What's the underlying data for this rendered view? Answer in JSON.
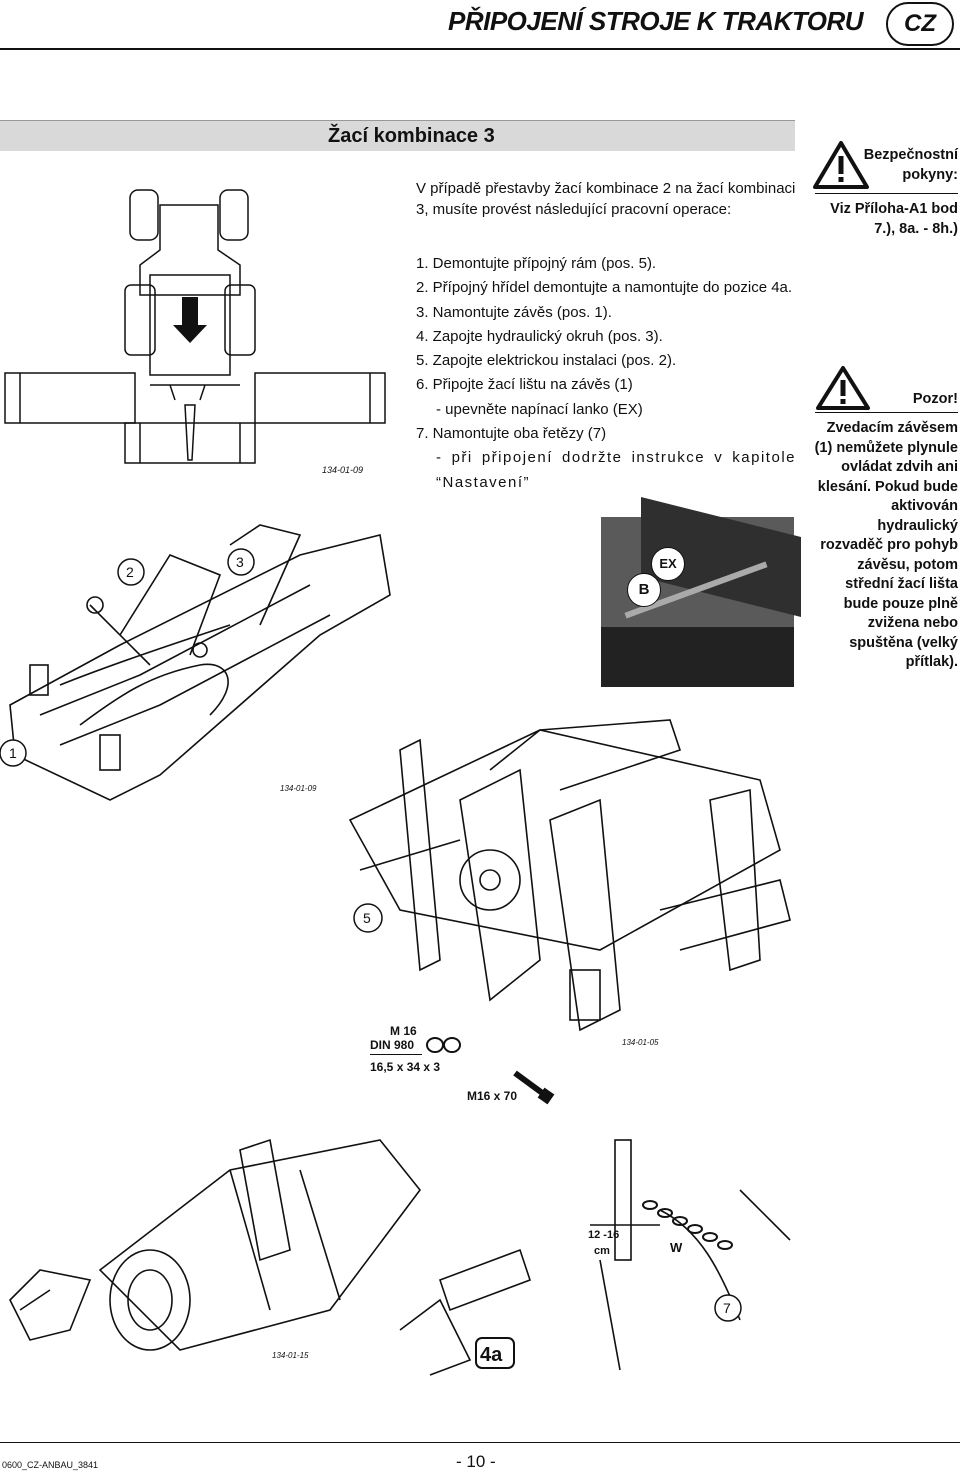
{
  "header": {
    "title": "PŘIPOJENÍ STROJE K TRAKTORU",
    "lang_badge": "CZ"
  },
  "section": {
    "title": "Žací kombinace 3"
  },
  "intro": "V případě přestavby žací kombinace 2 na žací kombinaci 3, musíte provést následující pracovní operace:",
  "steps": [
    "1. Demontujte přípojný rám (pos. 5).",
    "2. Přípojný hřídel demontujte a namontujte do pozice 4a.",
    "3. Namontujte závěs (pos. 1).",
    "4. Zapojte hydraulický okruh (pos. 3).",
    "5. Zapojte elektrickou instalaci (pos. 2).",
    "6. Připojte žací lištu na závěs (1)",
    "- upevněte napínací lanko (EX)",
    "7. Namontujte oba řetězy (7)",
    "- při připojení dodržte instrukce v kapitole “Nastavení”"
  ],
  "sidebar": {
    "safety_title": "Bezpečnostní pokyny:",
    "safety_ref": "Viz Příloha-A1 bod 7.), 8a. - 8h.)",
    "warning_title": "Pozor!",
    "warning_text": "Zvedacím závěsem (1) nemůžete plynule ovládat zdvih ani klesání. Pokud bude aktivován hydraulický rozvaděč pro pohyb závěsu, potom střední žací lišta bude pouze plně zvižena nebo spuštěna (velký přítlak)."
  },
  "figures": {
    "fig1_code": "134-01-09",
    "fig2_code": "134-01-09",
    "fig3_code": "134-01-05",
    "fig4_code": "134-01-15",
    "callouts": {
      "c1": "1",
      "c2": "2",
      "c3": "3",
      "c5": "5",
      "c4a": "4a",
      "c7": "7",
      "cB": "B",
      "cEX": "EX",
      "cW": "W"
    },
    "bolt_spec": "M 16",
    "bolt_din": "DIN 980",
    "washer": "16,5 x 34 x 3",
    "bolt_size": "M16 x 70",
    "chain_dim": "12 -16",
    "chain_unit": "cm"
  },
  "footer": {
    "doc_code": "0600_CZ-ANBAU_3841",
    "page": "- 10 -"
  }
}
